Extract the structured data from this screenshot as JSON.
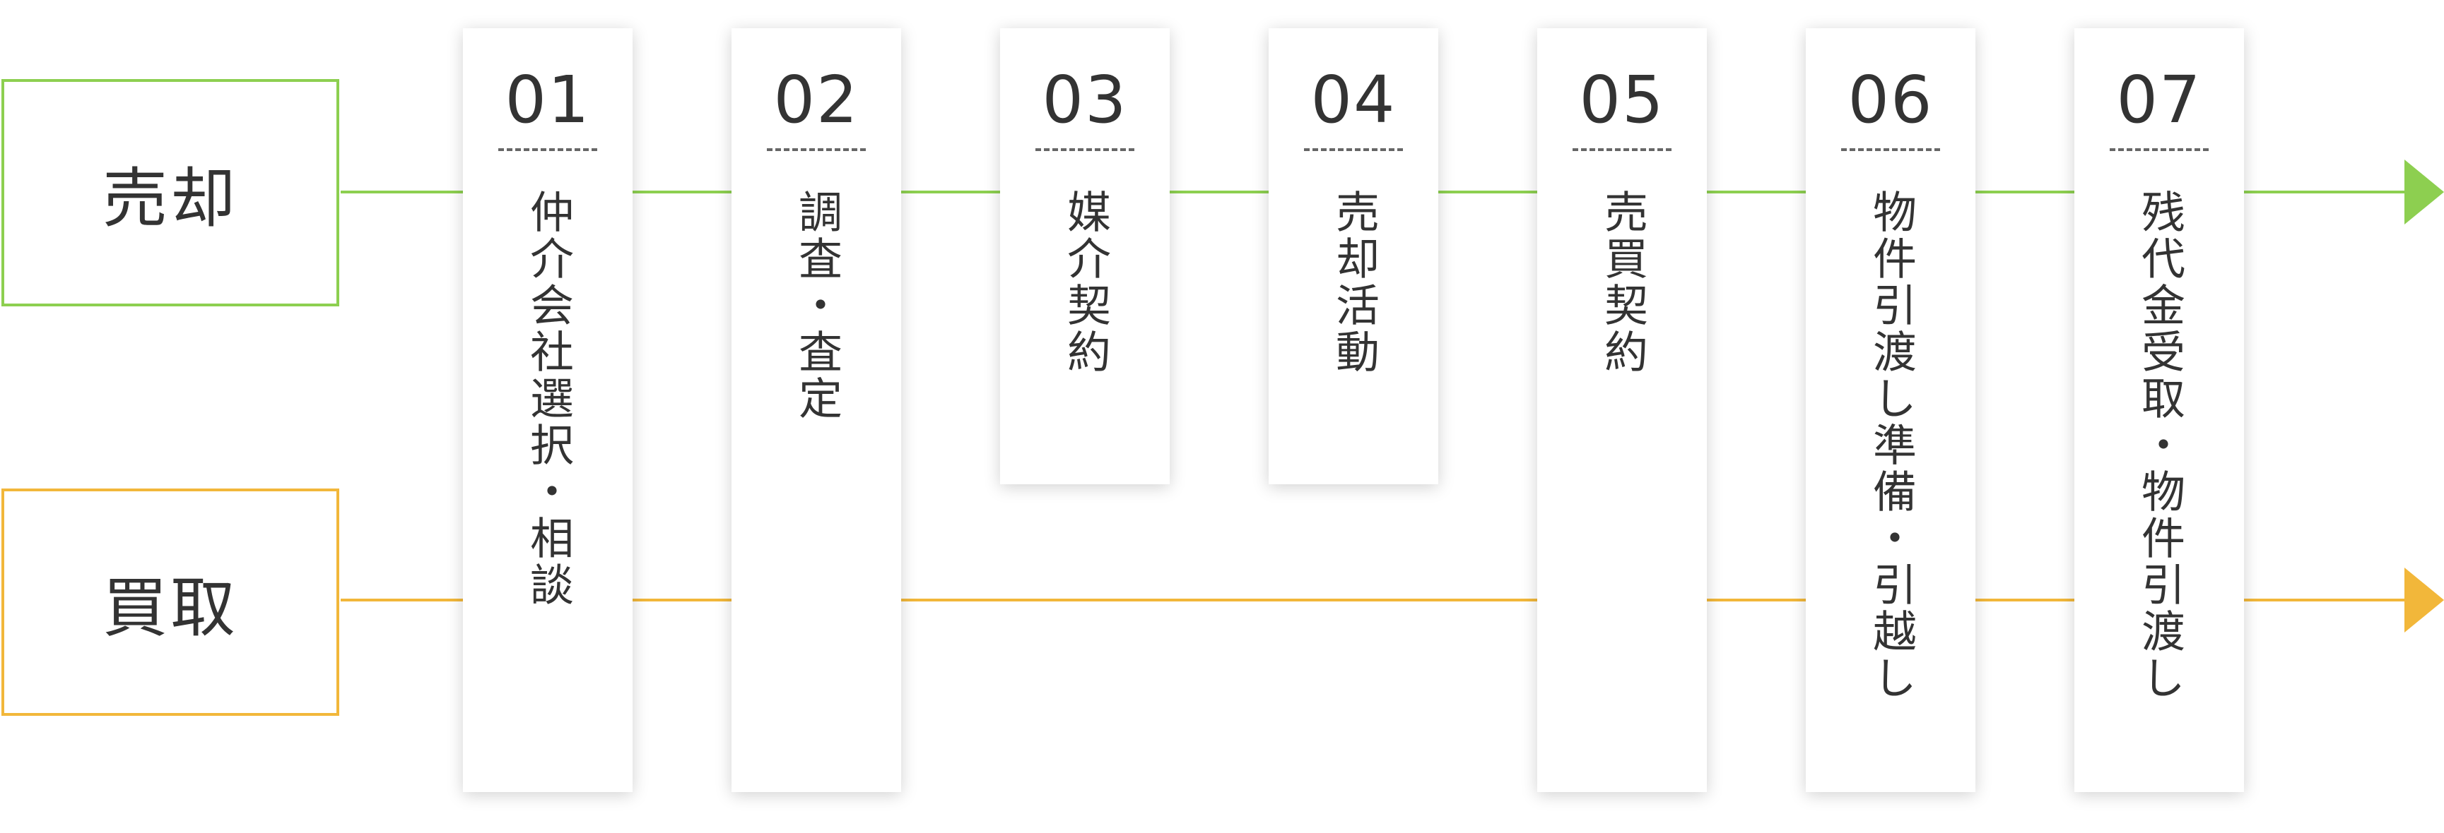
{
  "colors": {
    "sell": "#8dcf50",
    "buy": "#f2b73a"
  },
  "tracks": {
    "sell": {
      "label": "売却",
      "arrow_icon": "arrow-right-icon"
    },
    "buy": {
      "label": "買取",
      "arrow_icon": "arrow-right-icon"
    }
  },
  "steps": [
    {
      "number": "01",
      "label": "仲介会社選択・相談"
    },
    {
      "number": "02",
      "label": "調査・査定"
    },
    {
      "number": "03",
      "label": "媒介契約"
    },
    {
      "number": "04",
      "label": "売却活動"
    },
    {
      "number": "05",
      "label": "売買契約"
    },
    {
      "number": "06",
      "label": "物件引渡し準備・引越し"
    },
    {
      "number": "07",
      "label": "残代金受取・物件引渡し"
    }
  ]
}
